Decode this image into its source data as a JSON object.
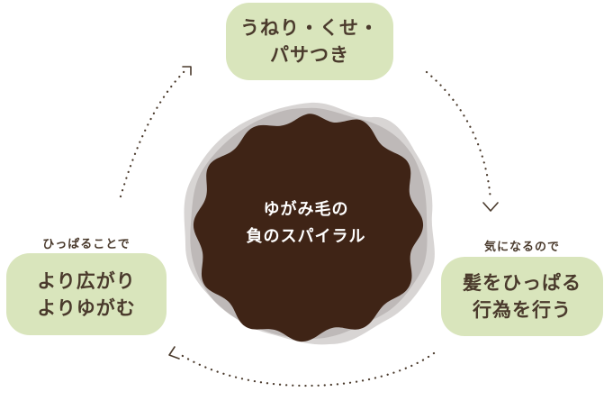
{
  "diagram": {
    "center": {
      "line1": "ゆがみ毛の",
      "line2": "負のスパイラル"
    },
    "top": {
      "line1": "うねり・くせ・",
      "line2": "パサつき"
    },
    "right": {
      "caption": "気になるので",
      "line1": "髪をひっぱる",
      "line2": "行為を行う"
    },
    "left": {
      "caption": "ひっぱることで",
      "line1": "より広がり",
      "line2": "よりゆがむ"
    }
  },
  "colors": {
    "box_fill": "#d9e5bc",
    "text_dark": "#4a3a2c",
    "blob_dark": "#3f2416",
    "blob_shadow": "#8f8684",
    "arrow": "#4a3a2c"
  }
}
